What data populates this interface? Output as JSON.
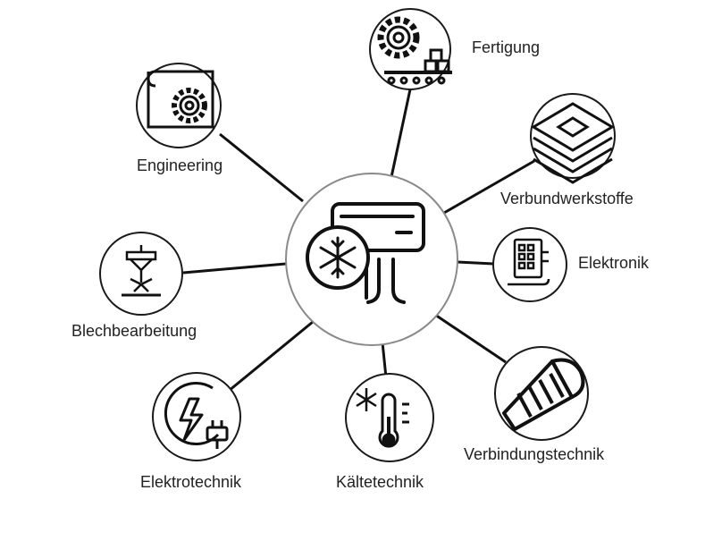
{
  "diagram": {
    "colors": {
      "stroke": "#111111",
      "hub_fill": "#ffffff",
      "hub_border": "#8a8a8a",
      "node_border": "#1a1a1a",
      "text": "#222222",
      "background": "#ffffff"
    },
    "hub": {
      "icon": "air-conditioner-icon"
    },
    "nodes": [
      {
        "id": "fertigung",
        "label": "Fertigung",
        "icon": "gear-conveyor-icon"
      },
      {
        "id": "engineering",
        "label": "Engineering",
        "icon": "gear-blueprint-icon"
      },
      {
        "id": "verbundwerkstoffe",
        "label": "Verbundwerkstoffe",
        "icon": "layered-chip-icon"
      },
      {
        "id": "elektronik",
        "label": "Elektronik",
        "icon": "circuit-board-icon"
      },
      {
        "id": "blechbearbeitung",
        "label": "Blechbearbeitung",
        "icon": "laser-cutter-icon"
      },
      {
        "id": "verbindungstechnik",
        "label": "Verbindungstechnik",
        "icon": "screw-icon"
      },
      {
        "id": "kaeltetechnik",
        "label": "Kältetechnik",
        "icon": "thermometer-snowflake-icon"
      },
      {
        "id": "elektrotechnik",
        "label": "Elektrotechnik",
        "icon": "bolt-plug-icon"
      }
    ]
  }
}
